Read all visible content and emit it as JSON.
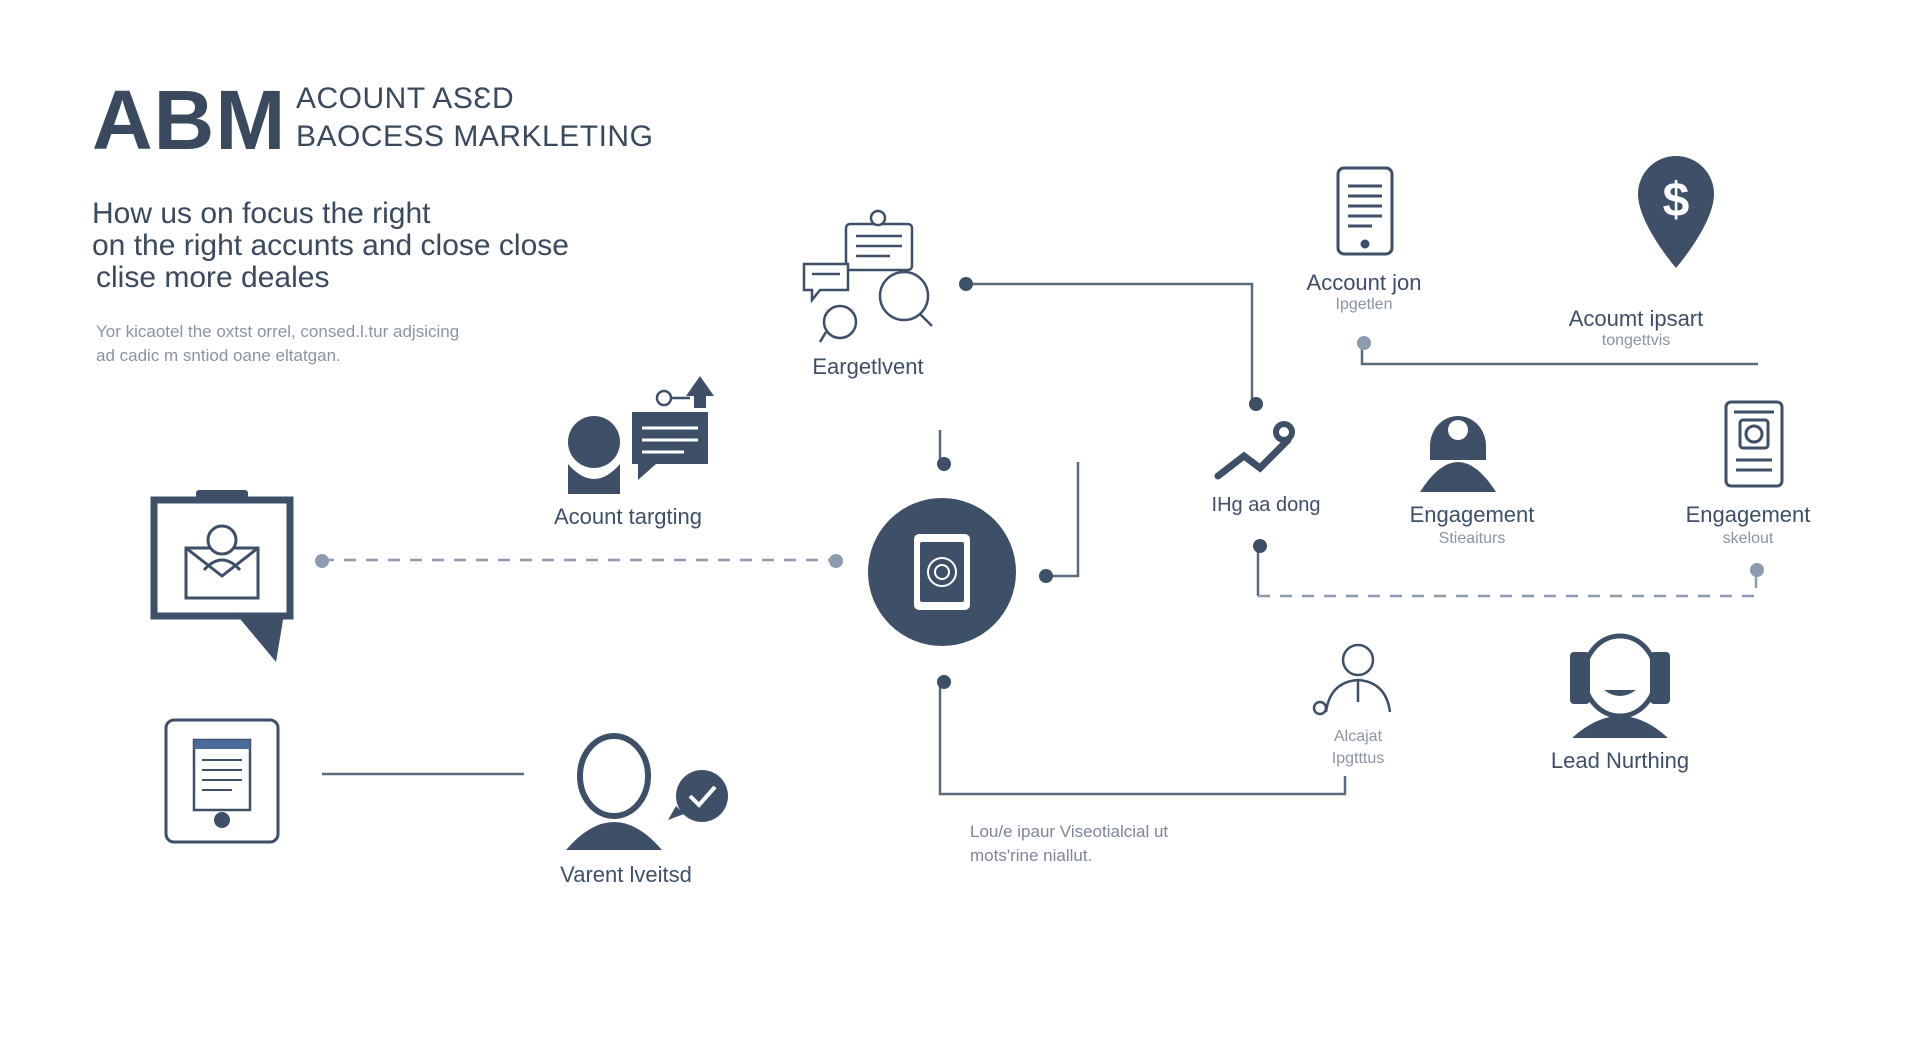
{
  "header": {
    "abbr": "ABM",
    "full_line1": "ACOUNT  ASƐD",
    "full_line2": "BAOCESS MARKLETING"
  },
  "headline": {
    "line1": "How us on focus the right",
    "line2": "on the right accunts and close close",
    "line3": "clise more deales"
  },
  "intro": {
    "line1": "Yor kicaotel the oxtst orrel, consed.l.tur adjsicing",
    "line2": "ad cadic m sntiod oane eltatgan."
  },
  "nodes": {
    "account_targeting": "Acount targting",
    "eargetivent": "Eargetlvent",
    "varent": "Varent lveitsd",
    "account_join": "Account jon",
    "account_join_sub": "Ipgetlen",
    "account_ipsart": "Acoumt ipsart",
    "account_ipsart_sub": "tongettvis",
    "hg_dong": "IHg aa dong",
    "engagement_1": "Engagement",
    "engagement_1_sub": "Stieaiturs",
    "engagement_2": "Engagement",
    "engagement_2_sub": "skelout",
    "aleajat": "Alcajat",
    "aleajat_sub": "Ipgtttus",
    "lead_nurturing": "Lead Nurthing"
  },
  "footnote": {
    "line1": "Lou/e ipaur Viseotialcial ut",
    "line2": "mots'rine niallut."
  },
  "icons": [
    "document-chat-icon",
    "person-chat-icon",
    "envelope-board-icon",
    "clipboard-icon",
    "person-check-icon",
    "tablet-hub-icon",
    "phone-document-icon",
    "dollar-pin-icon",
    "trend-arrow-icon",
    "user-silhouette-icon",
    "tablet-badge-icon",
    "person-outline-icon",
    "headset-person-icon"
  ],
  "colors": {
    "primary": "#3d5068",
    "line": "#5a6b80",
    "dashed": "#8d9bb0",
    "muted": "#8a94a3"
  }
}
